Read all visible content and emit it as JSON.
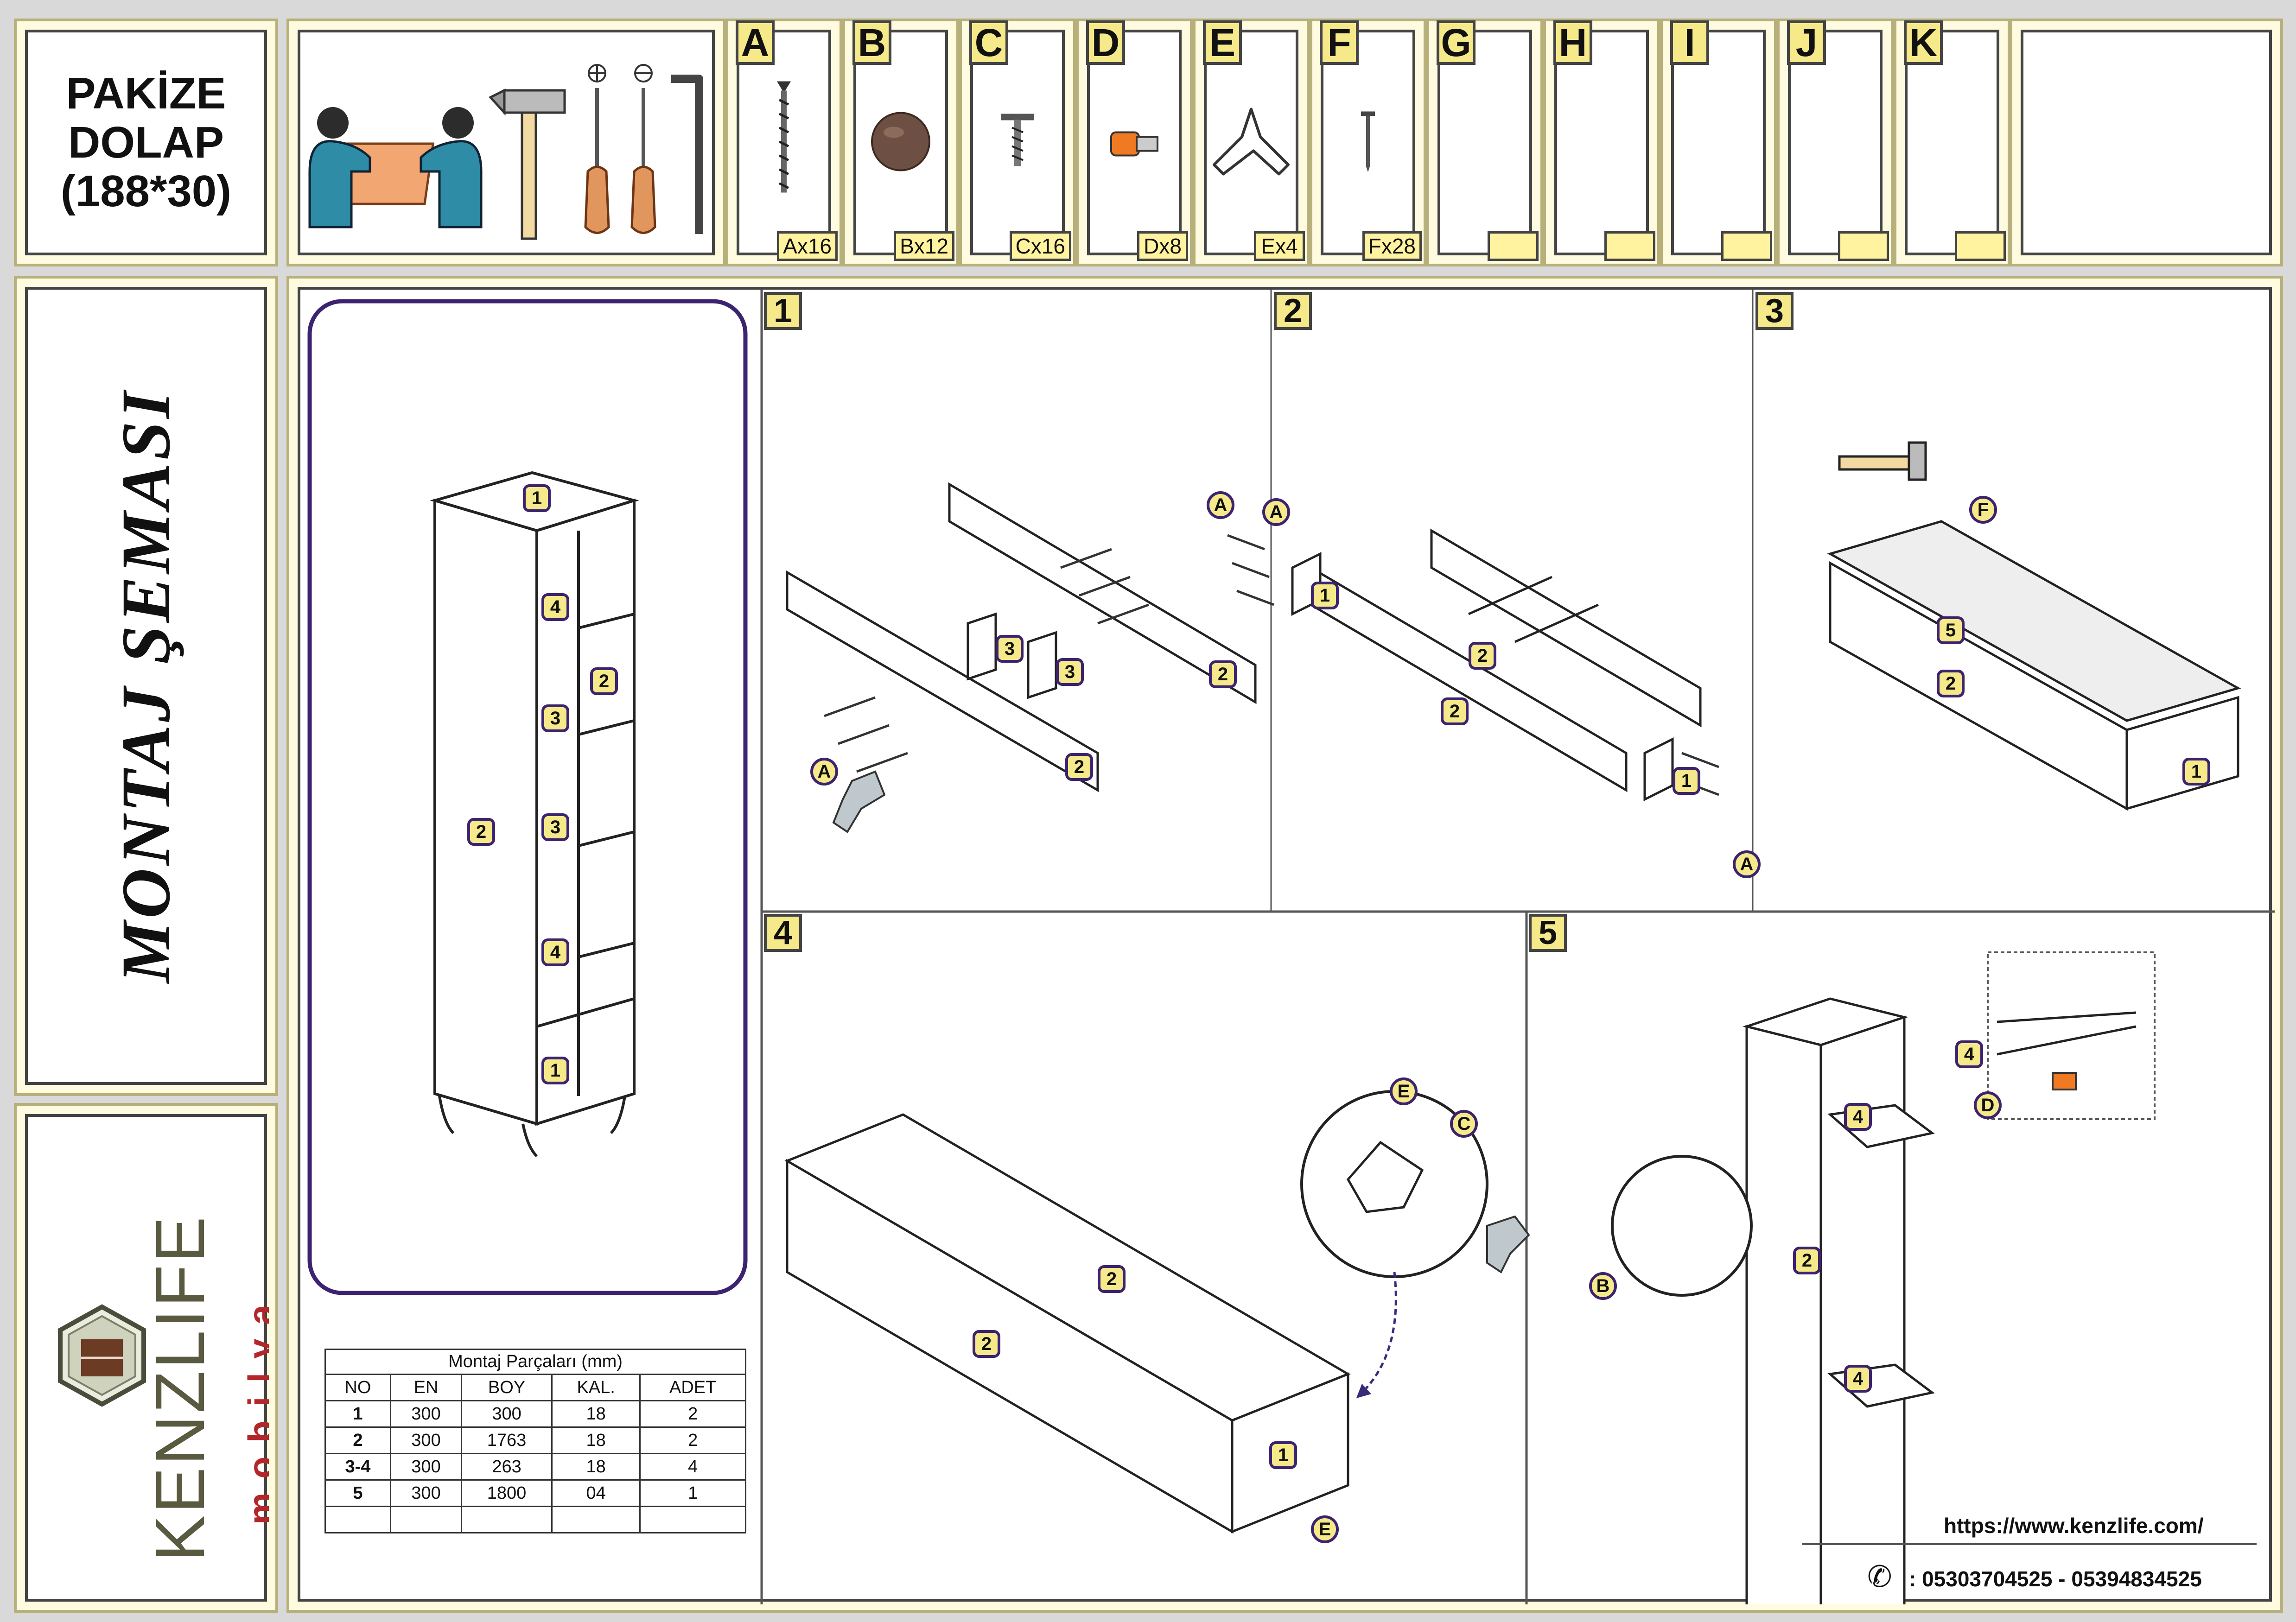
{
  "product": {
    "line1": "PAKİZE",
    "line2": "DOLAP",
    "line3": "(188*30)"
  },
  "hardware": [
    {
      "letter": "A",
      "count": "Ax16",
      "icon": "long-screw-icon"
    },
    {
      "letter": "B",
      "count": "Bx12",
      "icon": "round-cap-icon"
    },
    {
      "letter": "C",
      "count": "Cx16",
      "icon": "wood-screw-icon"
    },
    {
      "letter": "D",
      "count": "Dx8",
      "icon": "shelf-pin-icon"
    },
    {
      "letter": "E",
      "count": "Ex4",
      "icon": "furniture-leg-icon"
    },
    {
      "letter": "F",
      "count": "Fx28",
      "icon": "nail-icon"
    },
    {
      "letter": "G",
      "count": ""
    },
    {
      "letter": "H",
      "count": ""
    },
    {
      "letter": "I",
      "count": ""
    },
    {
      "letter": "J",
      "count": ""
    },
    {
      "letter": "K",
      "count": ""
    }
  ],
  "side_title": "MONTAJ ŞEMASI",
  "brand": {
    "name": "KENZLIFE",
    "sub": "mobilya"
  },
  "steps": [
    "1",
    "2",
    "3",
    "4",
    "5"
  ],
  "callouts": {
    "one": "1",
    "two": "2",
    "three": "3",
    "four": "4",
    "five": "5",
    "A": "A",
    "B": "B",
    "C": "C",
    "D": "D",
    "E": "E",
    "F": "F"
  },
  "parts_table": {
    "caption": "Montaj Parçaları (mm)",
    "headers": [
      "NO",
      "EN",
      "BOY",
      "KAL.",
      "ADET"
    ],
    "rows": [
      [
        "1",
        "300",
        "300",
        "18",
        "2"
      ],
      [
        "2",
        "300",
        "1763",
        "18",
        "2"
      ],
      [
        "3-4",
        "300",
        "263",
        "18",
        "4"
      ],
      [
        "5",
        "300",
        "1800",
        "04",
        "1"
      ]
    ]
  },
  "contact": {
    "url": "https://www.kenzlife.com/",
    "phone": ": 05303704525 - 05394834525"
  }
}
